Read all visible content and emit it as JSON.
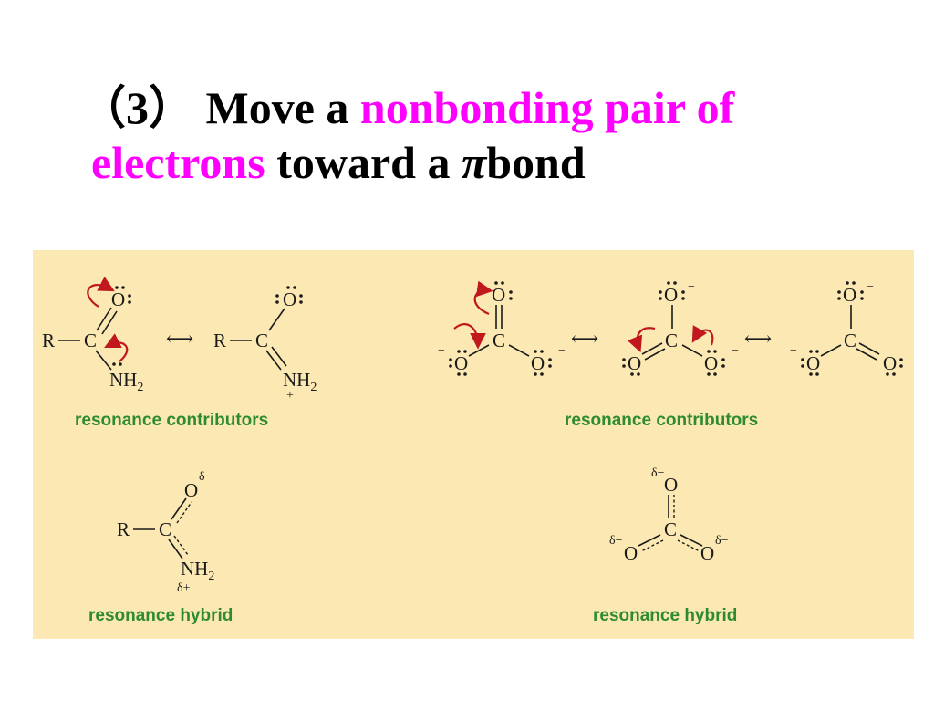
{
  "title": {
    "number": "（3）",
    "part1": " Move a ",
    "highlight1": "nonbonding pair of",
    "highlight2": "electrons",
    "part2": " toward a  ",
    "pi": "π",
    "part3": "bond"
  },
  "colors": {
    "highlight": "#ff00ff",
    "panel_background": "#fbe8b3",
    "caption": "#2e8b2e",
    "curved_arrow": "#c0181c"
  },
  "amide": {
    "contributors_caption": "resonance contributors",
    "hybrid_caption": "resonance hybrid",
    "R": "R",
    "C": "C",
    "O": "O",
    "N": "NH",
    "N_sub": "2",
    "minus": "−",
    "plus": "+",
    "delta_minus": "δ−",
    "delta_plus": "δ+",
    "equilibrium_arrow": "⟷"
  },
  "carbonate": {
    "contributors_caption": "resonance contributors",
    "hybrid_caption": "resonance hybrid",
    "C": "C",
    "O": "O",
    "minus": "−",
    "delta_minus": "δ−",
    "equilibrium_arrow": "⟷"
  }
}
